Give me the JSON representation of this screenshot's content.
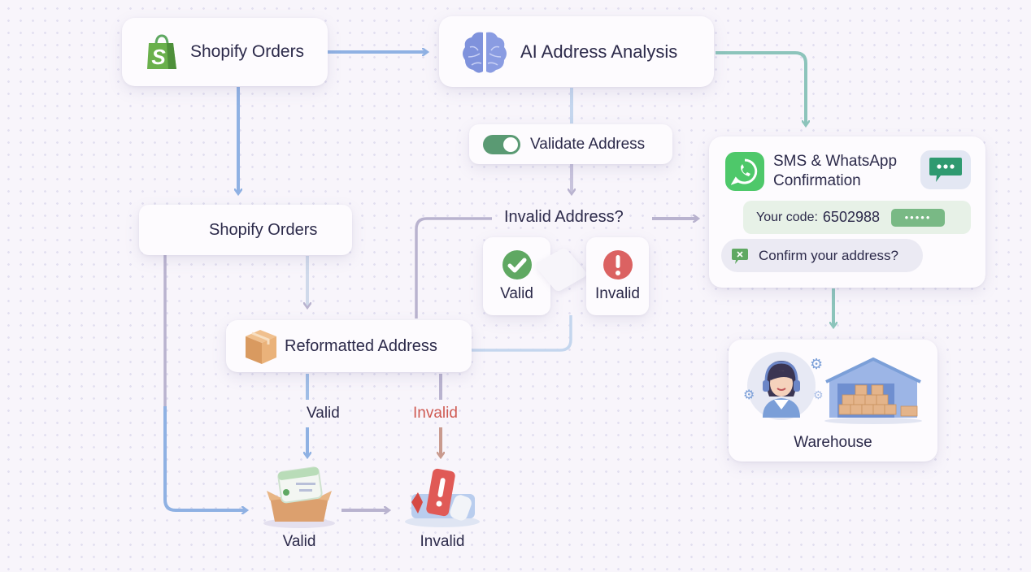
{
  "nodes": {
    "shopify_top": {
      "label": "Shopify Orders",
      "icon": "shopify-bag-icon"
    },
    "ai_analysis": {
      "label": "AI Address Analysis",
      "icon": "brain-icon"
    },
    "validate": {
      "label": "Validate Address",
      "toggle_on": true,
      "icon": "toggle-switch"
    },
    "decision": {
      "label": "Invalid Address?"
    },
    "valid_box": {
      "label": "Valid",
      "icon": "check-circle-icon"
    },
    "invalid_box": {
      "label": "Invalid",
      "icon": "exclamation-circle-icon"
    },
    "shopify_mid": {
      "label": "Shopify Orders"
    },
    "reformatted": {
      "label": "Reformatted Address",
      "icon": "cardboard-box-icon"
    },
    "branch_valid": {
      "label": "Valid"
    },
    "branch_invalid": {
      "label": "Invalid"
    },
    "result_valid": {
      "label": "Valid",
      "icon": "open-package-icon"
    },
    "result_invalid": {
      "label": "Invalid",
      "icon": "alert-package-icon"
    },
    "sms": {
      "title_line1": "SMS & WhatsApp",
      "title_line2": "Confirmation",
      "icon": "whatsapp-icon",
      "chat_icon": "chat-bubble-icon",
      "code_label": "Your code:",
      "code_value": "6502988",
      "masked_code": "•••••",
      "prompt": "Confirm your address?"
    },
    "warehouse": {
      "label": "Warehouse",
      "icon": "warehouse-icon",
      "agent_icon": "support-agent-icon"
    }
  },
  "colors": {
    "blue_wire": "#8fb1e3",
    "grey_wire": "#b9b3cf",
    "teal_wire": "#8cc4bb",
    "invalid_red": "#cf5a52",
    "green": "#5fa862",
    "whatsapp_green": "#4ec86a"
  }
}
